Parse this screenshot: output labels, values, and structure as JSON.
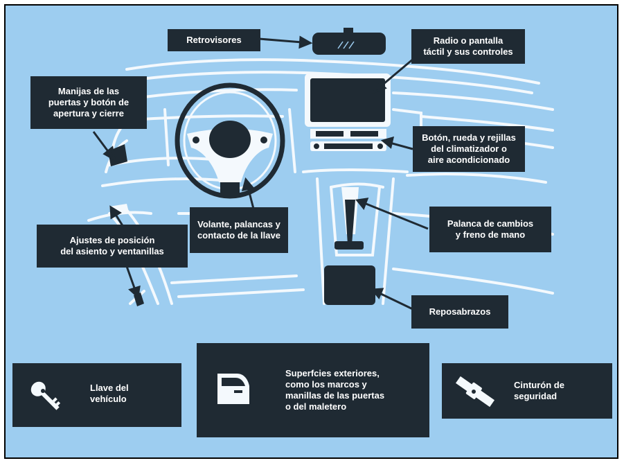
{
  "colors": {
    "background": "#9dcdf0",
    "label_bg": "#1f2a33",
    "label_text": "#ffffff",
    "line_art": "#f4f9fd",
    "dark_art": "#1f2a33"
  },
  "labels": {
    "retrovisores": "Retrovisores",
    "radio": "Radio o pantalla\ntáctil y sus controles",
    "manijas": "Manijas de las\npuertas y botón de\napertura y cierre",
    "climatizador": "Botón, rueda y rejillas\ndel climatizador o\naire acondicionado",
    "volante": "Volante, palancas y\ncontacto de la llave",
    "palanca": "Palanca de cambios\ny freno de mano",
    "ajustes": "Ajustes de posición\ndel asiento y ventanillas",
    "reposabrazos": "Reposabrazos"
  },
  "cards": {
    "llave": {
      "text": "Llave del\nvehículo",
      "icon": "key-icon"
    },
    "superficies": {
      "text": "Superfcies exteriores,\ncomo los marcos y\nmanillas de las puertas\no del maletero",
      "icon": "car-door-icon"
    },
    "cinturon": {
      "text": "Cinturón de\nseguridad",
      "icon": "seatbelt-icon"
    }
  }
}
